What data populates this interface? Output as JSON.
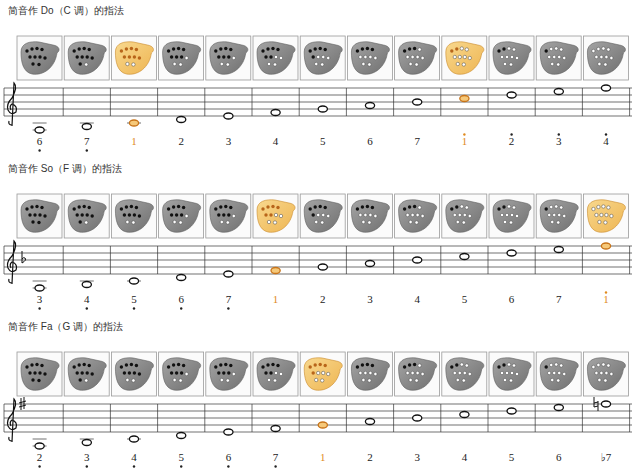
{
  "diagram": {
    "labels": [
      "简音作 Do（C 调）的指法",
      "6",
      "7",
      "1",
      "2",
      "3",
      "4",
      "5",
      "6",
      "7",
      "1",
      "2",
      "3",
      "4",
      "简音作 So（F 调）的指法",
      "3",
      "4",
      "5",
      "6",
      "7",
      "1",
      "2",
      "3",
      "4",
      "5",
      "6",
      "7",
      "1",
      "简音作 Fa（G 调）的指法",
      "2",
      "3",
      "4",
      "5",
      "6",
      "7",
      "1",
      "2",
      "3",
      "4",
      "5",
      "6",
      "♭7"
    ]
  }
}
